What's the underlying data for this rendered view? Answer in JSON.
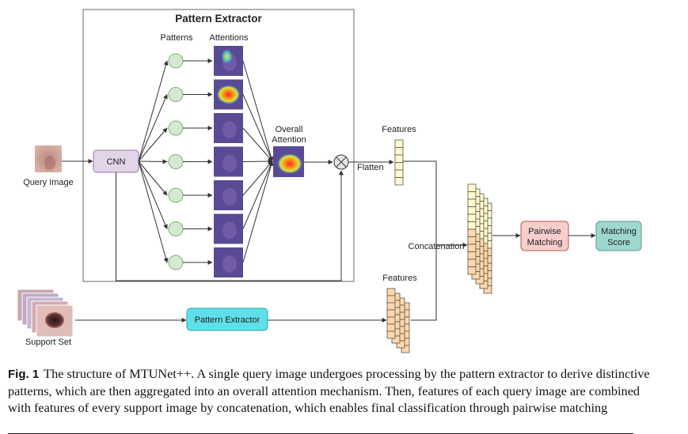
{
  "diagram": {
    "extractor_title": "Pattern Extractor",
    "col_patterns": "Patterns",
    "col_attentions": "Attentions",
    "overall_attention": [
      "Overall",
      "Attention"
    ],
    "query_image": "Query Image",
    "cnn": "CNN",
    "flatten": "Flatten",
    "features_top": "Features",
    "features_bottom": "Features",
    "concatenation": "Concatenation",
    "pairwise_matching": [
      "Pairwise",
      "Matching"
    ],
    "matching_score": [
      "Matching",
      "Score"
    ],
    "support_set": "Support Set",
    "pattern_extractor_box": "Pattern Extractor",
    "pattern_count": 7,
    "colors": {
      "cnn_fill": "#e1d5e7",
      "cnn_stroke": "#9673a6",
      "pattern_fill": "#d5e8d4",
      "pattern_stroke": "#82b366",
      "feature_yellow": "#fff9cc",
      "feature_orange": "#ffd7a8",
      "pairwise_fill": "#f8cecc",
      "pairwise_stroke": "#b85450",
      "score_fill": "#9ed7cd",
      "score_stroke": "#5a9c8f",
      "extractor_fill": "#5fe0e8",
      "extractor_stroke": "#2aa8b3",
      "attention_map_bg": "#5a4a96"
    }
  },
  "caption": {
    "label": "Fig. 1",
    "text": "The structure of MTUNet++. A single query image undergoes processing by the pattern extractor to derive distinctive patterns, which are then aggregated into an overall attention mechanism. Then, features of each query image are combined with features of every support image by concatenation, which enables final classification through pairwise matching"
  }
}
